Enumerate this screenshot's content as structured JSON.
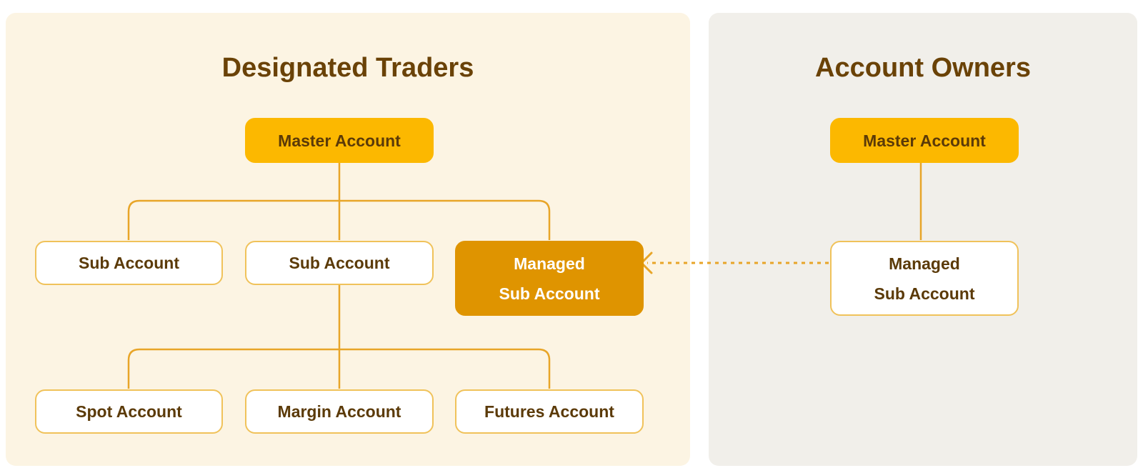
{
  "left_panel": {
    "title": "Designated Traders",
    "master": "Master Account",
    "sub_accounts": [
      "Sub Account",
      "Sub Account"
    ],
    "managed_sub": {
      "line1": "Managed",
      "line2": "Sub Account"
    },
    "wallets": [
      "Spot Account",
      "Margin Account",
      "Futures Account"
    ]
  },
  "right_panel": {
    "title": "Account Owners",
    "master": "Master Account",
    "managed_sub": {
      "line1": "Managed",
      "line2": "Sub Account"
    }
  },
  "colors": {
    "master_fill": "#fcb800",
    "managed_active_fill": "#df9400",
    "connector": "#e8a528",
    "title": "#6a4207"
  }
}
